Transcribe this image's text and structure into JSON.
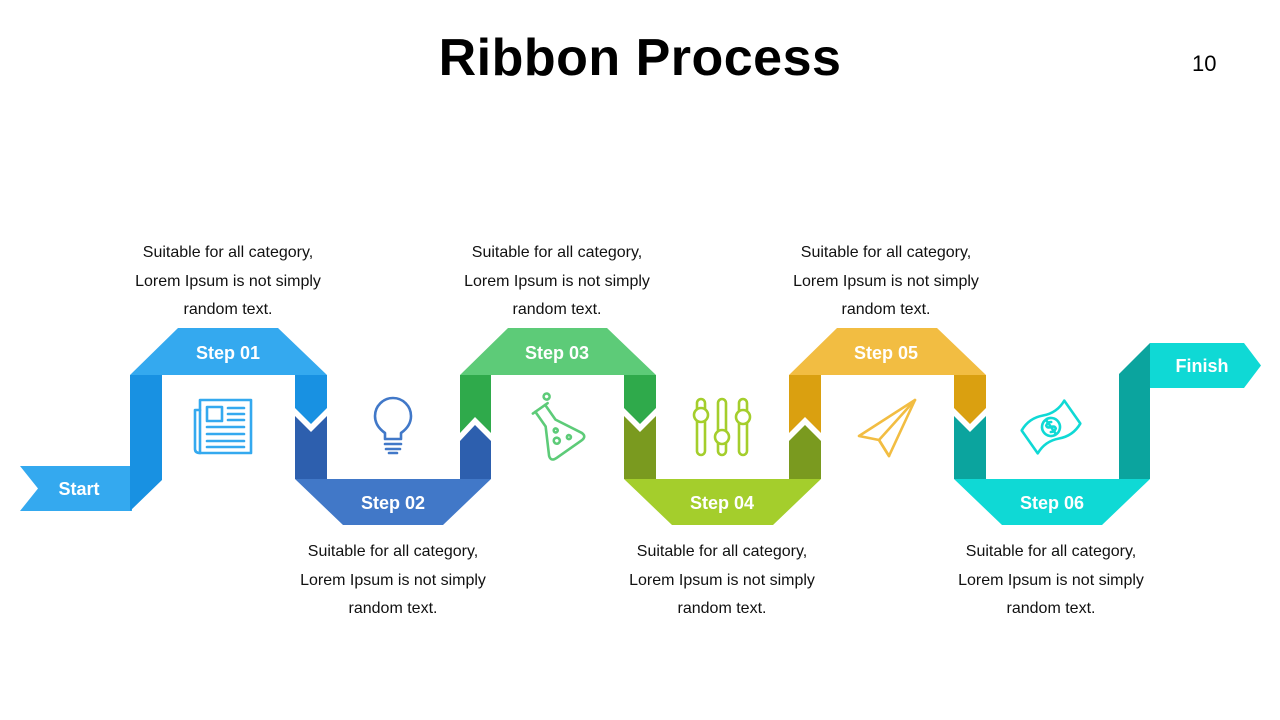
{
  "title": "Ribbon Process",
  "page_number": "10",
  "start_label": "Start",
  "finish_label": "Finish",
  "steps": [
    {
      "label": "Step 01",
      "icon": "newspaper-icon",
      "color": "#34A9EF",
      "desc": [
        "Suitable for all category,",
        "Lorem Ipsum is not simply",
        "random text."
      ]
    },
    {
      "label": "Step 02",
      "icon": "lightbulb-icon",
      "color": "#4178C8",
      "desc": [
        "Suitable for all category,",
        "Lorem Ipsum is not simply",
        "random text."
      ]
    },
    {
      "label": "Step 03",
      "icon": "flask-icon",
      "color": "#5DCB78",
      "desc": [
        "Suitable for all category,",
        "Lorem Ipsum is not simply",
        "random text."
      ]
    },
    {
      "label": "Step 04",
      "icon": "sliders-icon",
      "color": "#A4CE2C",
      "desc": [
        "Suitable for all category,",
        "Lorem Ipsum is not simply",
        "random text."
      ]
    },
    {
      "label": "Step 05",
      "icon": "paper-plane-icon",
      "color": "#F2BD42",
      "desc": [
        "Suitable for all category,",
        "Lorem Ipsum is not simply",
        "random text."
      ]
    },
    {
      "label": "Step 06",
      "icon": "money-icon",
      "color": "#0FD9D5",
      "desc": [
        "Suitable for all category,",
        "Lorem Ipsum is not simply",
        "random text."
      ]
    }
  ]
}
